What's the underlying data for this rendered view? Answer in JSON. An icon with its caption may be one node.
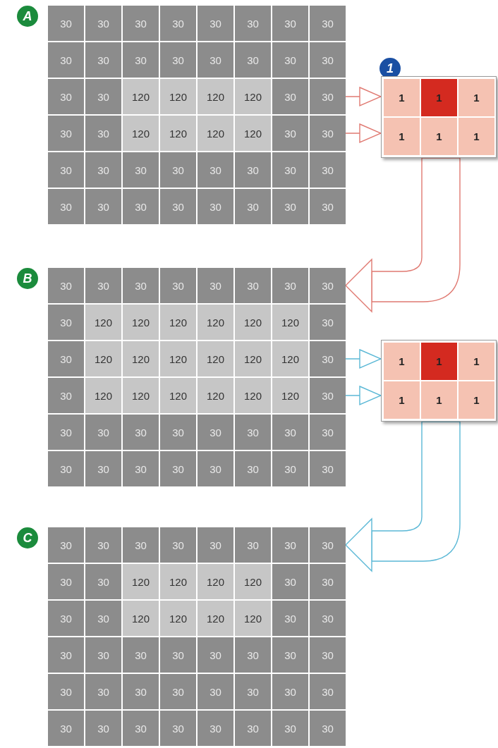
{
  "diagram": {
    "nodes": [
      {
        "text": [
          "A"
        ]
      },
      {
        "text": [
          "30",
          "30",
          "30",
          "30",
          "30",
          "30",
          "30",
          "30",
          "30",
          "30",
          "30",
          "30",
          "30",
          "30",
          "30",
          "30",
          "30",
          "30",
          "120",
          "120",
          "120",
          "120",
          "30",
          "30",
          "30",
          "30",
          "120",
          "120",
          "120",
          "120",
          "30",
          "30",
          "30",
          "30",
          "30",
          "30",
          "30",
          "30",
          "30",
          "30",
          "30",
          "30",
          "30",
          "30",
          "30",
          "30",
          "30",
          "30"
        ]
      },
      {
        "text": [
          "1"
        ]
      },
      {
        "text": [
          "1",
          "1",
          "1",
          "1",
          "1",
          "1"
        ]
      },
      {
        "text": [
          "B"
        ]
      },
      {
        "text": [
          "30",
          "30",
          "30",
          "30",
          "30",
          "30",
          "30",
          "30",
          "30",
          "120",
          "120",
          "120",
          "120",
          "120",
          "120",
          "30",
          "30",
          "120",
          "120",
          "120",
          "120",
          "120",
          "120",
          "30",
          "30",
          "120",
          "120",
          "120",
          "120",
          "120",
          "120",
          "30",
          "30",
          "30",
          "30",
          "30",
          "30",
          "30",
          "30",
          "30",
          "30",
          "30",
          "30",
          "30",
          "30",
          "30",
          "30",
          "30"
        ]
      },
      {
        "text": [
          "1",
          "1",
          "1",
          "1",
          "1",
          "1"
        ]
      },
      {
        "text": [
          "C"
        ]
      },
      {
        "text": [
          "30",
          "30",
          "30",
          "30",
          "30",
          "30",
          "30",
          "30",
          "30",
          "30",
          "120",
          "120",
          "120",
          "120",
          "30",
          "30",
          "30",
          "30",
          "120",
          "120",
          "120",
          "120",
          "30",
          "30",
          "30",
          "30",
          "30",
          "30",
          "30",
          "30",
          "30",
          "30",
          "30",
          "30",
          "30",
          "30",
          "30",
          "30",
          "30",
          "30",
          "30",
          "30",
          "30",
          "30",
          "30",
          "30",
          "30",
          "30"
        ]
      }
    ],
    "edges": [
      {
        "from": 1,
        "to": 3,
        "arrow": "to",
        "color": "#e07a72"
      },
      {
        "from": 1,
        "to": 3,
        "arrow": "to",
        "color": "#e07a72"
      },
      {
        "from": 3,
        "to": 5,
        "arrow": "to",
        "color": "#e07a72"
      },
      {
        "from": 5,
        "to": 6,
        "arrow": "to",
        "color": "#5bb8d6"
      },
      {
        "from": 5,
        "to": 6,
        "arrow": "to",
        "color": "#5bb8d6"
      },
      {
        "from": 6,
        "to": 8,
        "arrow": "to",
        "color": "#5bb8d6"
      }
    ]
  }
}
